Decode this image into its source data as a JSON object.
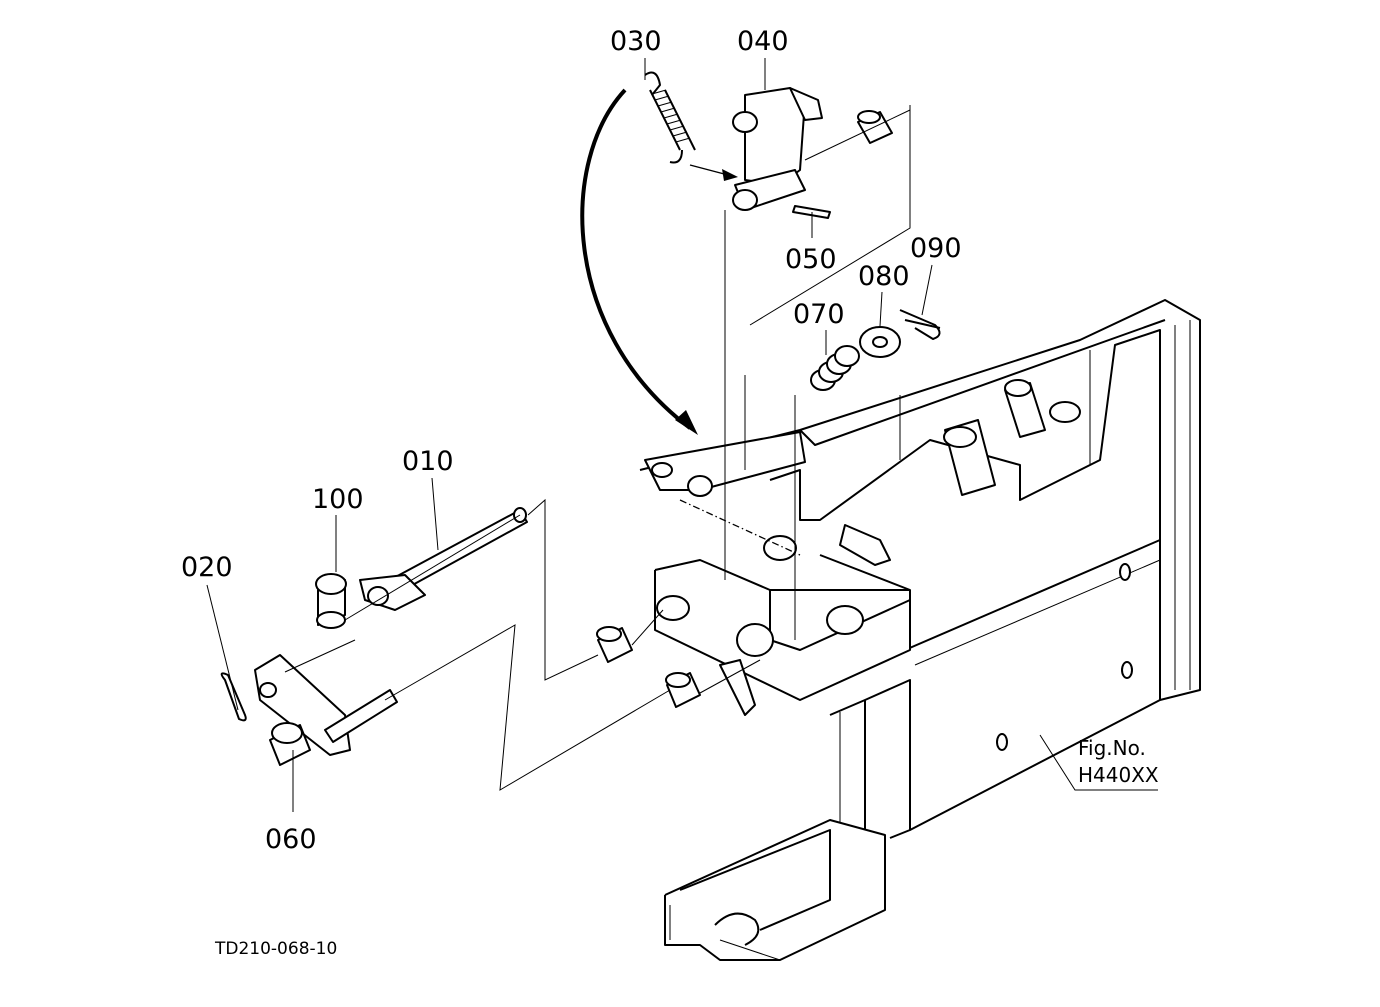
{
  "diagram": {
    "callouts": {
      "c010": "010",
      "c020": "020",
      "c030": "030",
      "c040": "040",
      "c050": "050",
      "c060": "060",
      "c070": "070",
      "c080": "080",
      "c090": "090",
      "c100": "100"
    },
    "fig_label": "Fig.No.",
    "fig_number": "H440XX",
    "drawing_code": "TD210-068-10"
  }
}
